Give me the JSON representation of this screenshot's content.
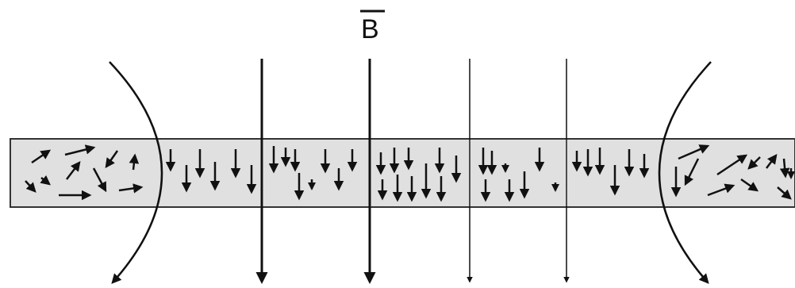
{
  "field_label": "B",
  "colors": {
    "band_fill": "#e0e0e0",
    "band_stroke": "#333333",
    "ink": "#111111",
    "background": "#ffffff"
  },
  "figure": {
    "field_lines": [
      "left-curved-field-line",
      "straight-field-line",
      "straight-field-line-thick",
      "straight-field-line-thin",
      "straight-field-line-thin",
      "right-curved-field-line"
    ],
    "regions": [
      "random-spins-left",
      "aligned-spins-region-1",
      "aligned-spins-region-2",
      "aligned-spins-region-3",
      "aligned-spins-region-4",
      "aligned-spins-region-5",
      "random-spins-right"
    ]
  }
}
